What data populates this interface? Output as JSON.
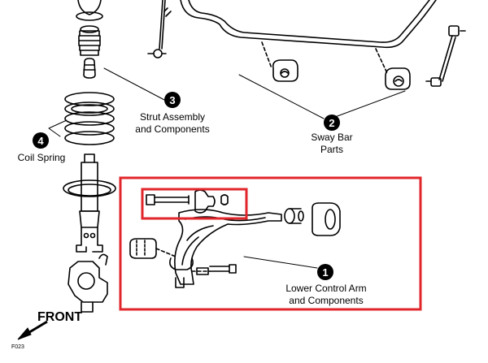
{
  "callouts": [
    {
      "number": "1",
      "line1": "Lower Control Arm",
      "line2": "and Components"
    },
    {
      "number": "2",
      "line1": "Sway Bar",
      "line2": "Parts"
    },
    {
      "number": "3",
      "line1": "Strut Assembly",
      "line2": "and Components"
    },
    {
      "number": "4",
      "line1": "Coil Spring",
      "line2": ""
    }
  ],
  "direction_label": "FRONT",
  "figure_code": "F023",
  "highlight_color": "#e0262b",
  "icons": [
    "strut-icon",
    "coil-spring-icon",
    "sway-bar-icon",
    "lower-control-arm-icon",
    "bolt-icon",
    "bushing-icon",
    "front-arrow-icon"
  ]
}
